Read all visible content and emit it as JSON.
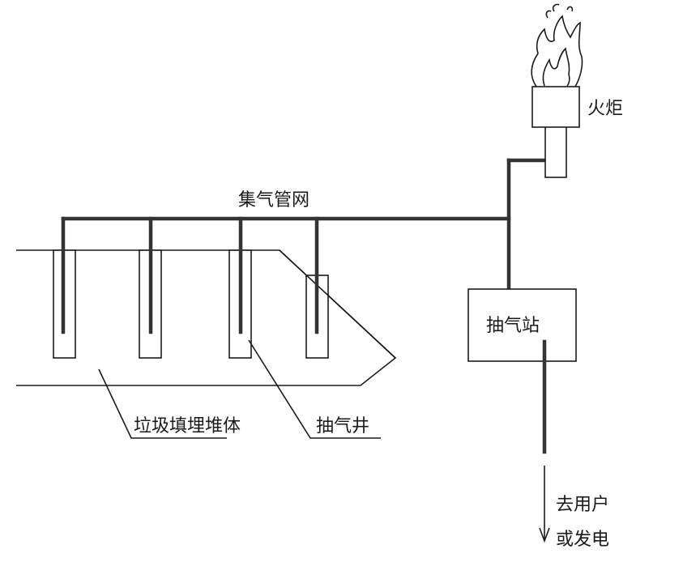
{
  "labels": {
    "gas_network": "集气管网",
    "torch": "火炬",
    "pump_station": "抽气站",
    "landfill_body": "垃圾填埋堆体",
    "extraction_well": "抽气井",
    "to_user_line1": "去用户",
    "to_user_line2": "或发电"
  }
}
